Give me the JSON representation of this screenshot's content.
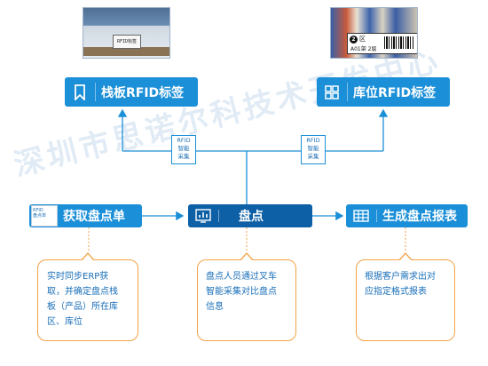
{
  "watermark": "深圳市思诺尔科技术开发中心",
  "photos": {
    "left_tag": "RFID标签",
    "right_zone_num": "2",
    "right_zone": "区",
    "right_code": "A01架 2层"
  },
  "nodes": {
    "pallet_rfid": "栈板RFID标签",
    "location_rfid": "库位RFID标签",
    "get_list": "获取盘点单",
    "inventory": "盘点",
    "report": "生成盘点报表"
  },
  "doc_icon": {
    "line1": "RFID",
    "line2": "盘点单"
  },
  "rfid_collect": {
    "line1": "RFID",
    "line2": "智能",
    "line3": "采集"
  },
  "bubbles": {
    "left": [
      "实时同步ERP获",
      "取，并确定盘点栈",
      "板（产品）所在库",
      "区、库位"
    ],
    "middle": [
      "盘点人员通过叉车",
      "智能采集对比盘点",
      "信息"
    ],
    "right": [
      "根据客户需求出对",
      "应指定格式报表"
    ]
  },
  "colors": {
    "accent": "#1b8fd8",
    "accent_dark": "#0d5fa6",
    "bubble_border": "#f3a347"
  }
}
